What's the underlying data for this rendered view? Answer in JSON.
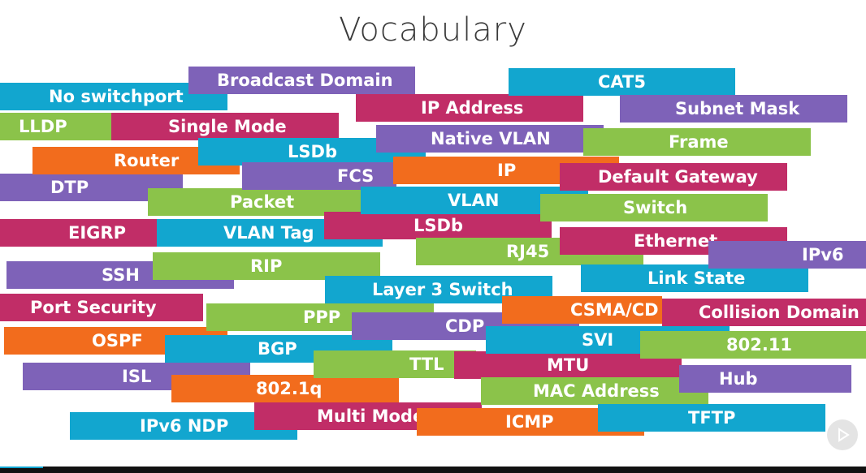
{
  "title": "Vocabulary",
  "colors": {
    "blue": "#12a6cf",
    "purple": "#7e62b8",
    "magenta": "#c12d67",
    "orange": "#f26c1d",
    "green": "#8bc34a",
    "background": "#ffffff",
    "title": "#3a3a3a"
  },
  "terms": [
    "No switchport",
    "Broadcast Domain",
    "CAT5",
    "IP Address",
    "Subnet Mask",
    "LLDP",
    "Single Mode",
    "Native VLAN",
    "Frame",
    "Router",
    "LSDb",
    "FCS",
    "IP",
    "Default Gateway",
    "DTP",
    "Packet",
    "VLAN",
    "Switch",
    "EIGRP",
    "VLAN Tag",
    "LSDb",
    "RJ45",
    "Ethernet",
    "IPv6",
    "SSH",
    "RIP",
    "Link State",
    "Layer 3 Switch",
    "Port Security",
    "PPP",
    "CSMA/CD",
    "Collision Domain",
    "CDP",
    "OSPF",
    "SVI",
    "802.11",
    "BGP",
    "TTL",
    "MTU",
    "ISL",
    "Hub",
    "802.1q",
    "MAC Address",
    "TFTP",
    "Multi Mode",
    "ICMP",
    "IPv6 NDP"
  ],
  "player": {
    "icon": "play-icon"
  },
  "progress": 0.05
}
